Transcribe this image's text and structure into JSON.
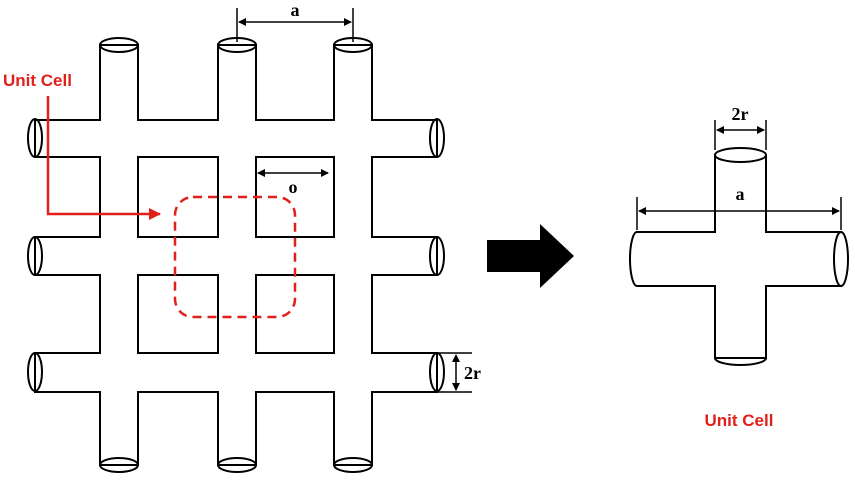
{
  "left_figure": {
    "unit_cell_label": "Unit Cell",
    "dim_a": "a",
    "dim_o": "o",
    "dim_2r": "2r"
  },
  "right_figure": {
    "dim_2r": "2r",
    "dim_a": "a",
    "caption": "Unit Cell"
  },
  "colors": {
    "stroke": "#000000",
    "accent_red": "#e0201b",
    "arrow": "#000000"
  }
}
